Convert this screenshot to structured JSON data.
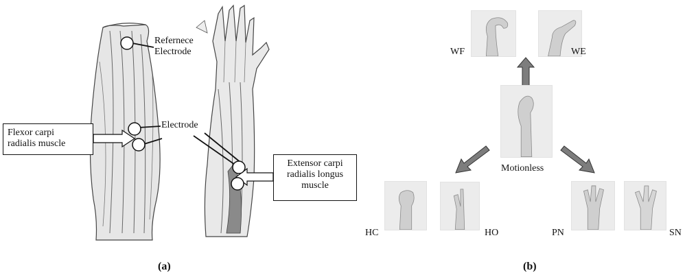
{
  "panel_a": {
    "caption": "(a)",
    "reference_label_line1": "Refernece",
    "reference_label_line2": "Electrode",
    "electrode_label": "Electrode",
    "flexor_label_line1": "Flexor carpi",
    "flexor_label_line2": "radialis muscle",
    "extensor_label_line1": "Extensor carpi",
    "extensor_label_line2": "radialis longus",
    "extensor_label_line3": "muscle"
  },
  "panel_b": {
    "caption": "(b)",
    "center_label": "Motionless",
    "gestures": {
      "wf": "WF",
      "we": "WE",
      "hc": "HC",
      "ho": "HO",
      "pn": "PN",
      "sn": "SN"
    }
  },
  "colors": {
    "arrow_fill": "#7d7d7d",
    "muscle_dark": "#8a8a8a",
    "skin": "#d9d9d9"
  }
}
